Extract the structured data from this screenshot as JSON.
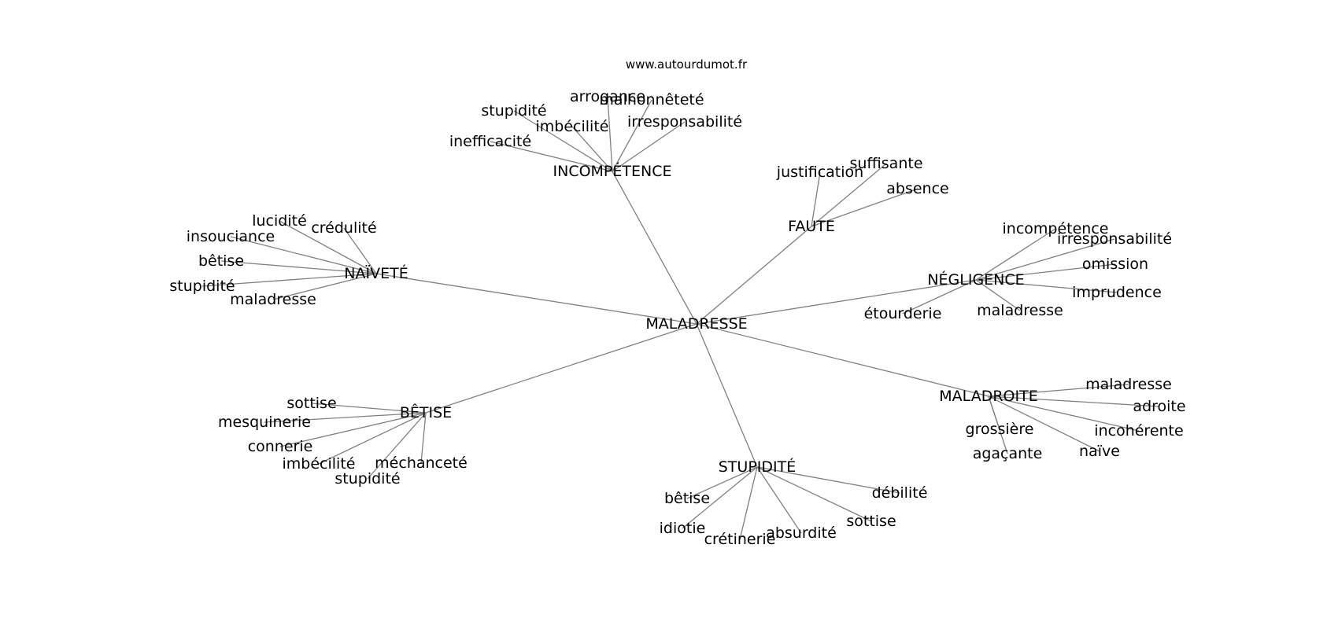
{
  "site": "www.autourdumot.fr",
  "graph": {
    "center": "MALADRESSE",
    "clusters": [
      {
        "label": "INCOMPÉTENCE",
        "leaves": [
          "arrogance",
          "malhonnêteté",
          "stupidité",
          "imbécilité",
          "irresponsabilité",
          "inefficacité"
        ]
      },
      {
        "label": "FAUTE",
        "leaves": [
          "justification",
          "suffisante",
          "absence"
        ]
      },
      {
        "label": "NAÏVETÉ",
        "leaves": [
          "lucidité",
          "crédulité",
          "insouciance",
          "bêtise",
          "stupidité",
          "maladresse"
        ]
      },
      {
        "label": "NÉGLIGENCE",
        "leaves": [
          "incompétence",
          "irresponsabilité",
          "omission",
          "imprudence",
          "étourderie",
          "maladresse"
        ]
      },
      {
        "label": "MALADROITE",
        "leaves": [
          "maladresse",
          "adroite",
          "incohérente",
          "grossière",
          "agaçante",
          "naïve"
        ]
      },
      {
        "label": "BÊTISE",
        "leaves": [
          "sottise",
          "mesquinerie",
          "connerie",
          "imbécilité",
          "méchanceté",
          "stupidité"
        ]
      },
      {
        "label": "STUPIDITÉ",
        "leaves": [
          "débilité",
          "bêtise",
          "idiotie",
          "crétinerie",
          "absurdité",
          "sottise"
        ]
      }
    ]
  }
}
